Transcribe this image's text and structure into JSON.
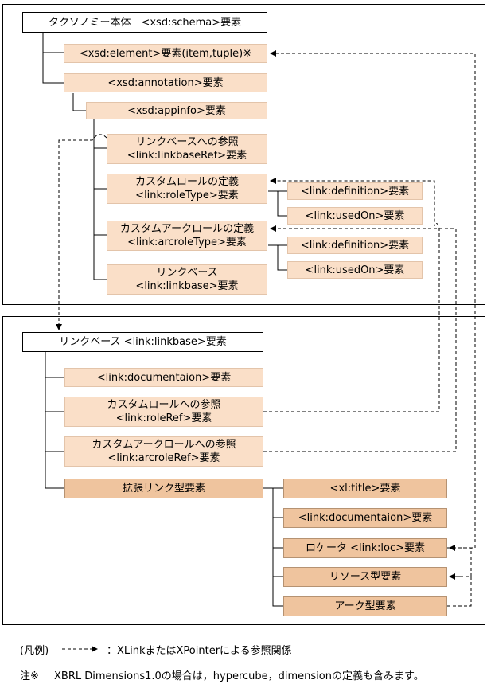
{
  "taxonomy": {
    "root": "タクソノミー本体　<xsd:schema>要素",
    "element": "<xsd:element>要素(item,tuple)※",
    "annotation": "<xsd:annotation>要素",
    "appinfo": "<xsd:appinfo>要素",
    "linkbase_ref": {
      "line1": "リンクベースへの参照",
      "line2": "<link:linkbaseRef>要素"
    },
    "role_type": {
      "line1": "カスタムロールの定義",
      "line2": "<link:roleType>要素"
    },
    "role_definition": "<link:definition>要素",
    "role_used_on": "<link:usedOn>要素",
    "arcrole_type": {
      "line1": "カスタムアークロールの定義",
      "line2": "<link:arcroleType>要素"
    },
    "arcrole_definition": "<link:definition>要素",
    "arcrole_used_on": "<link:usedOn>要素",
    "linkbase": {
      "line1": "リンクベース",
      "line2": "<link:linkbase>要素"
    }
  },
  "linkbase_panel": {
    "root": "リンクベース <link:linkbase>要素",
    "documentation": "<link:documentaion>要素",
    "role_ref": {
      "line1": "カスタムロールへの参照",
      "line2": "<link:roleRef>要素"
    },
    "arcrole_ref": {
      "line1": "カスタムアークロールへの参照",
      "line2": "<link:arcroleRef>要素"
    },
    "extended_link": "拡張リンク型要素",
    "title": "<xl:title>要素",
    "ext_documentation": "<link:documentaion>要素",
    "locator": "ロケータ <link:loc>要素",
    "resource": "リソース型要素",
    "arc": "アーク型要素"
  },
  "legend": {
    "label": "(凡例)",
    "description": "：XLinkまたはXPointerによる参照関係"
  },
  "note": {
    "mark": "注※",
    "text": "XBRL Dimensions1.0の場合は，hypercube，dimensionの定義も含みます。"
  },
  "colors": {
    "light_fill": "#fadfc8",
    "dark_fill": "#efc49e",
    "line": "#000000"
  }
}
